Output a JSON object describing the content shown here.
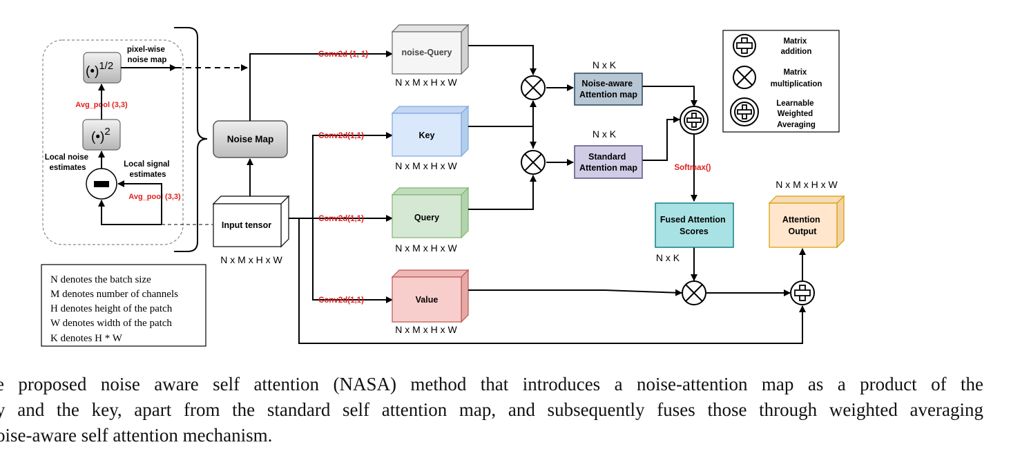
{
  "local_branch": {
    "sqrt_label": "(•)",
    "sqrt_exp": "1/2",
    "square_label": "(•)",
    "square_exp": "2",
    "pixel_wise_noise_map": [
      "pixel-wise",
      "noise map"
    ],
    "avg_pool_top": "Avg_pool (3,3)",
    "avg_pool_bottom": "Avg_pool (3,3)",
    "local_noise_estimates": [
      "Local noise",
      "estimates"
    ],
    "local_signal_estimates": [
      "Local signal",
      "estimates"
    ]
  },
  "noise_map_label": "Noise Map",
  "input_tensor": {
    "label": "Input tensor",
    "dims": "N x M x H x W"
  },
  "conv_labels": {
    "noise_query": "Conv2d (1, 1)",
    "key": "Conv2d(1,1)",
    "query": "Conv2d(1,1)",
    "value": "Conv2d(1,1)"
  },
  "blocks": {
    "noise_query": {
      "label": "noise-Query",
      "dims": "N x M x H x W"
    },
    "key": {
      "label": "Key",
      "dims": "N x M x H x W"
    },
    "query": {
      "label": "Query",
      "dims": "N x M x H x W"
    },
    "value": {
      "label": "Value",
      "dims": "N x M x H x W"
    }
  },
  "maps": {
    "noise_aware": {
      "label": [
        "Noise-aware",
        "Attention map"
      ],
      "dims": "N x K"
    },
    "standard": {
      "label": [
        "Standard",
        "Attention map"
      ],
      "dims": "N x K"
    }
  },
  "softmax": "Softmax()",
  "fused": {
    "label": [
      "Fused Attention",
      "Scores"
    ],
    "dims": "N x K"
  },
  "output": {
    "label": [
      "Attention",
      "Output"
    ],
    "dims": "N x M x H x W"
  },
  "legend": {
    "addition": [
      "Matrix",
      "addition"
    ],
    "multiplication": [
      "Matrix",
      "multiplication"
    ],
    "weighted": [
      "Learnable",
      "Weighted",
      "Averaging"
    ]
  },
  "notes": [
    "N denotes the batch size",
    "M denotes number of channels",
    "H denotes height of the patch",
    "W denotes width of the patch",
    "K denotes H * W"
  ],
  "caption": [
    "e proposed noise aware self attention (NASA) method that introduces a noise-attention map as a product of the",
    "y and the key, apart from the standard self attention map, and subsequently fuses those through weighted averaging",
    "oise-aware self attention mechanism."
  ],
  "colors": {
    "red_label": "#e0201f",
    "key_fill": "#dae8fc",
    "query_fill": "#d5e8d4",
    "value_fill": "#f8cecc",
    "noise_query_fill": "#f5f5f5",
    "noise_aware_fill": "#b7c6d3",
    "standard_fill": "#d0cce6",
    "fused_fill": "#a9e2e4",
    "output_fill": "#ffe6cc"
  }
}
